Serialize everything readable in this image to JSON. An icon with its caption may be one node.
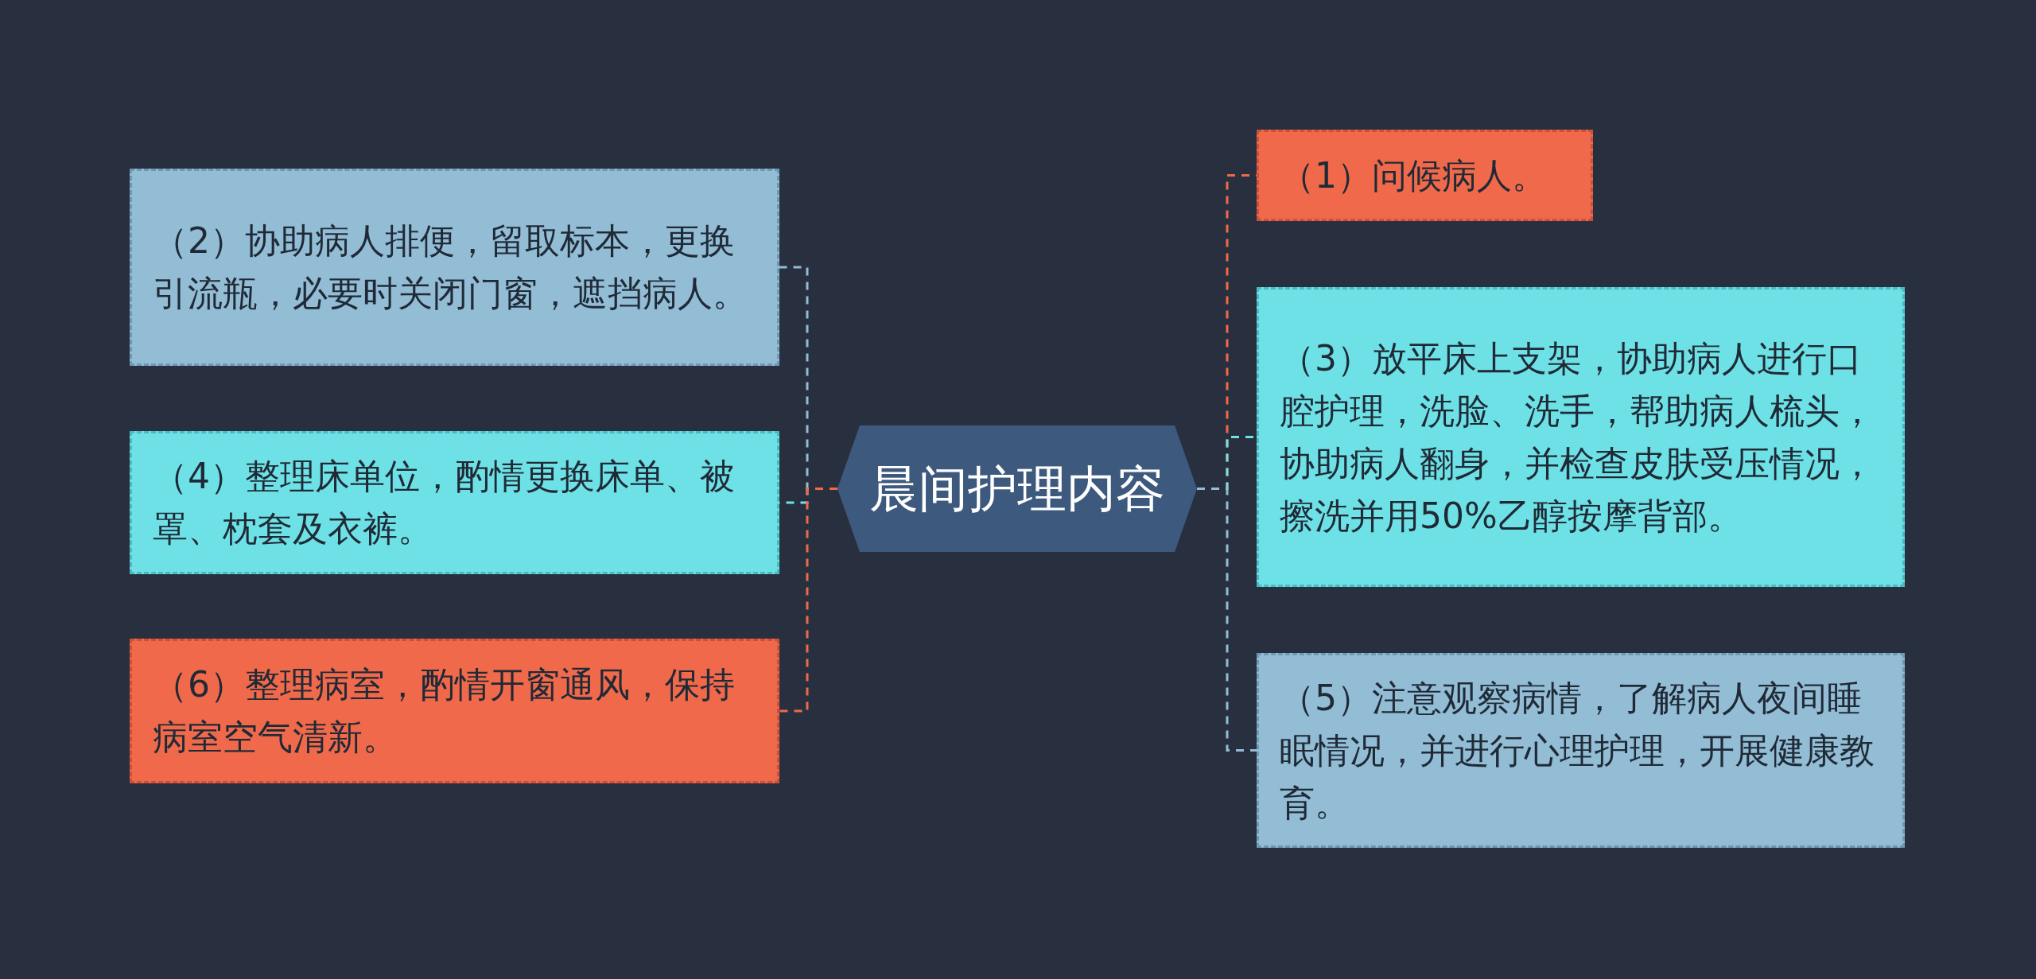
{
  "diagram": {
    "nodes": [
      {
        "text": [
          "晨间护理内容"
        ]
      },
      {
        "text": [
          "（1）问候病人。"
        ]
      },
      {
        "text": [
          "（2）协助病人排便，留取标本，更换引流瓶，必要时关闭门窗，遮挡病人。"
        ]
      },
      {
        "text": [
          "（3）放平床上支架，协助病人进行口腔护理，洗脸、洗手，帮助病人梳头，协助病人翻身，并检查皮肤受压情况，擦洗并用50%乙醇按摩背部。"
        ]
      },
      {
        "text": [
          "（4）整理床单位，酌情更换床单、被罩、枕套及衣裤。"
        ]
      },
      {
        "text": [
          "（5）注意观察病情，了解病人夜间睡眠情况，并进行心理护理，开展健康教育。"
        ]
      },
      {
        "text": [
          "（6）整理病室，酌情开窗通风，保持病室空气清新。"
        ]
      }
    ],
    "edges": [
      {
        "from": 0,
        "to": 1,
        "arrow": "none",
        "style": "dashed",
        "color": "#f0694b"
      },
      {
        "from": 0,
        "to": 2,
        "arrow": "none",
        "style": "dashed",
        "color": "#93bcd5"
      },
      {
        "from": 0,
        "to": 3,
        "arrow": "none",
        "style": "dashed",
        "color": "#6ee1e6"
      },
      {
        "from": 0,
        "to": 4,
        "arrow": "none",
        "style": "dashed",
        "color": "#6ee1e6"
      },
      {
        "from": 0,
        "to": 5,
        "arrow": "none",
        "style": "dashed",
        "color": "#93bcd5"
      },
      {
        "from": 0,
        "to": 6,
        "arrow": "none",
        "style": "dashed",
        "color": "#f0694b"
      }
    ]
  }
}
